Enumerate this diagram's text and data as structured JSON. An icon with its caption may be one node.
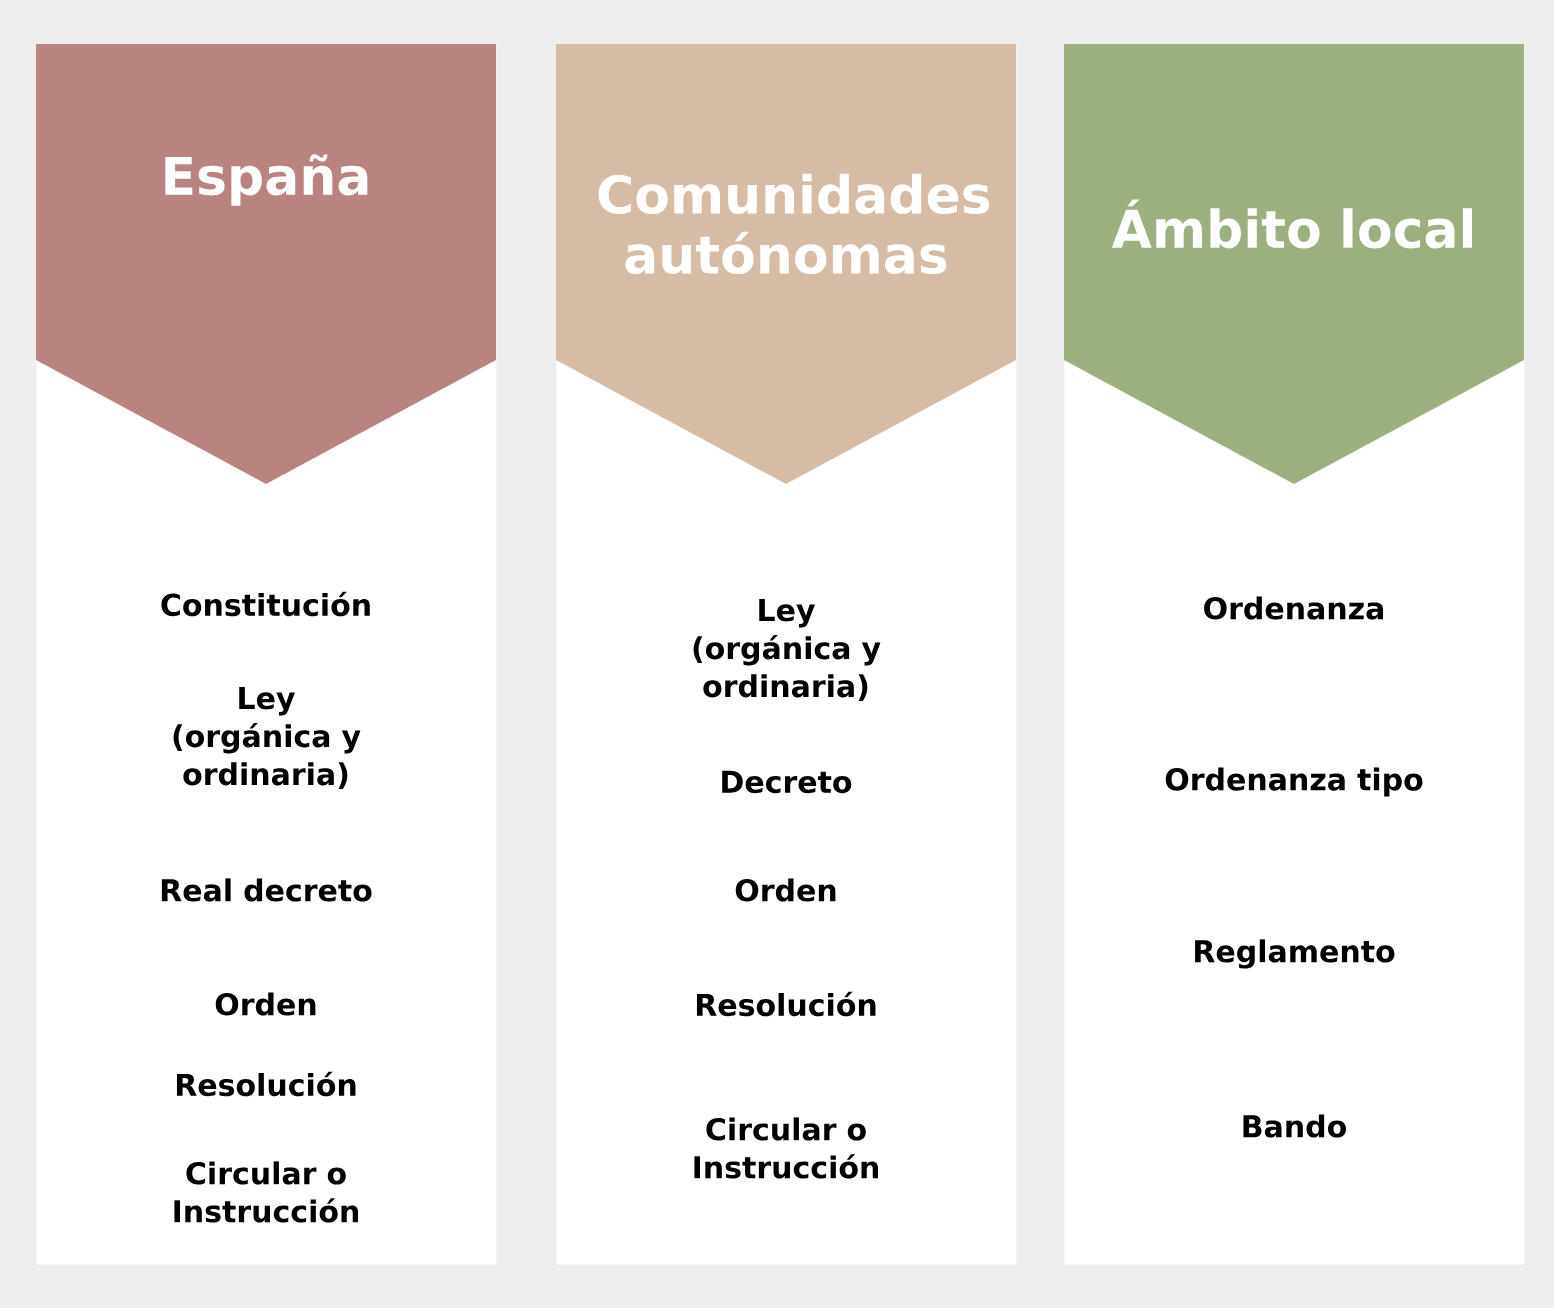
{
  "diagram": {
    "nodes": [
      {
        "text": [
          "España",
          "Constitución",
          "Ley (orgánica y ordinaria)",
          "Real decreto",
          "Orden",
          "Resolución",
          "Circular o Instrucción"
        ]
      },
      {
        "text": [
          "Comunidades autónomas",
          "Ley (orgánica y ordinaria)",
          "Decreto",
          "Orden",
          "Resolución",
          "Circular o Instrucción"
        ]
      },
      {
        "text": [
          "Ámbito local",
          "Ordenanza",
          "Ordenanza tipo",
          "Reglamento",
          "Bando"
        ]
      }
    ]
  }
}
